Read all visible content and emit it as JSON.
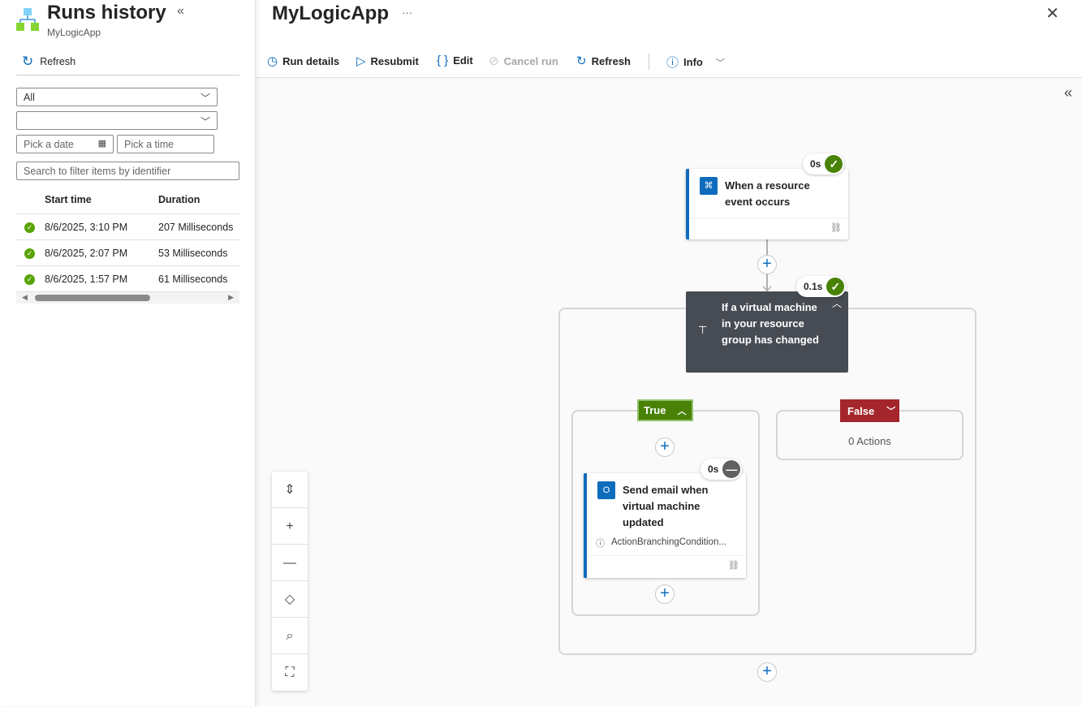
{
  "sidebar": {
    "title": "Runs history",
    "subtitle": "MyLogicApp",
    "refresh": "Refresh",
    "status_filter": "All",
    "second_filter": "",
    "date_placeholder": "Pick a date",
    "time_placeholder": "Pick a time",
    "search_placeholder": "Search to filter items by identifier",
    "columns": [
      "Start time",
      "Duration"
    ],
    "runs": [
      {
        "start": "8/6/2025, 3:10 PM",
        "duration": "207 Milliseconds",
        "status": "succeeded"
      },
      {
        "start": "8/6/2025, 2:07 PM",
        "duration": "53 Milliseconds",
        "status": "succeeded"
      },
      {
        "start": "8/6/2025, 1:57 PM",
        "duration": "61 Milliseconds",
        "status": "succeeded"
      }
    ]
  },
  "header": {
    "title": "MyLogicApp",
    "more": "···"
  },
  "toolbar": {
    "run_details": "Run details",
    "resubmit": "Resubmit",
    "edit": "Edit",
    "cancel_run": "Cancel run",
    "refresh": "Refresh",
    "info": "Info"
  },
  "workflow": {
    "trigger": {
      "name": "When a resource event occurs",
      "duration": "0s",
      "status": "succeeded"
    },
    "condition": {
      "name": "If a virtual machine in your resource group has changed",
      "duration": "0.1s",
      "status": "succeeded"
    },
    "true_branch": {
      "label": "True",
      "action": {
        "name": "Send email when virtual machine updated",
        "duration": "0s",
        "status": "skipped",
        "info": "ActionBranchingCondition..."
      }
    },
    "false_branch": {
      "label": "False",
      "empty": "0 Actions"
    }
  },
  "colors": {
    "accent": "#0f6cbd",
    "success": "#498205",
    "false": "#a4262c",
    "condition": "#474c54"
  }
}
